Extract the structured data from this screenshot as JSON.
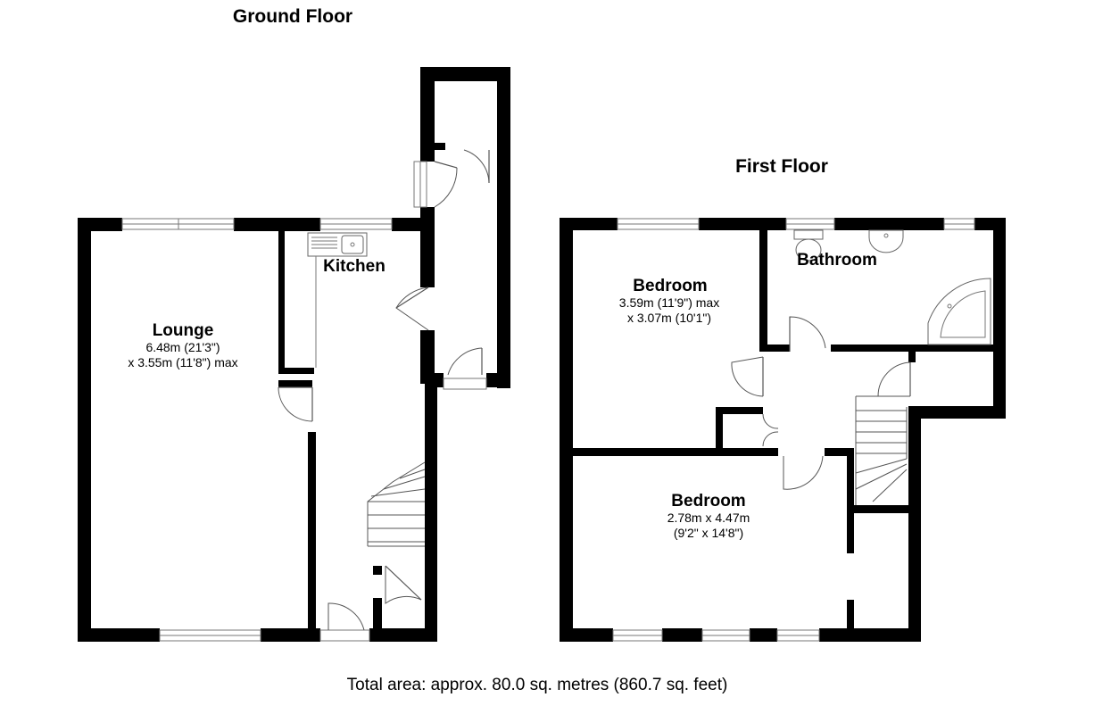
{
  "floors": {
    "ground": {
      "title": "Ground Floor",
      "rooms": {
        "lounge": {
          "name": "Lounge",
          "dim1": "6.48m (21'3\")",
          "dim2": "x 3.55m (11'8\") max"
        },
        "kitchen": {
          "name": "Kitchen"
        }
      }
    },
    "first": {
      "title": "First Floor",
      "rooms": {
        "bedroom1": {
          "name": "Bedroom",
          "dim1": "3.59m (11'9\") max",
          "dim2": "x 3.07m (10'1\")"
        },
        "bathroom": {
          "name": "Bathroom"
        },
        "bedroom2": {
          "name": "Bedroom",
          "dim1": "2.78m x 4.47m",
          "dim2": "(9'2\" x 14'8\")"
        }
      }
    }
  },
  "total_area": "Total area: approx. 80.0 sq. metres (860.7 sq. feet)",
  "colors": {
    "wall": "#000000",
    "background": "#ffffff",
    "fixture_line": "#666666"
  }
}
